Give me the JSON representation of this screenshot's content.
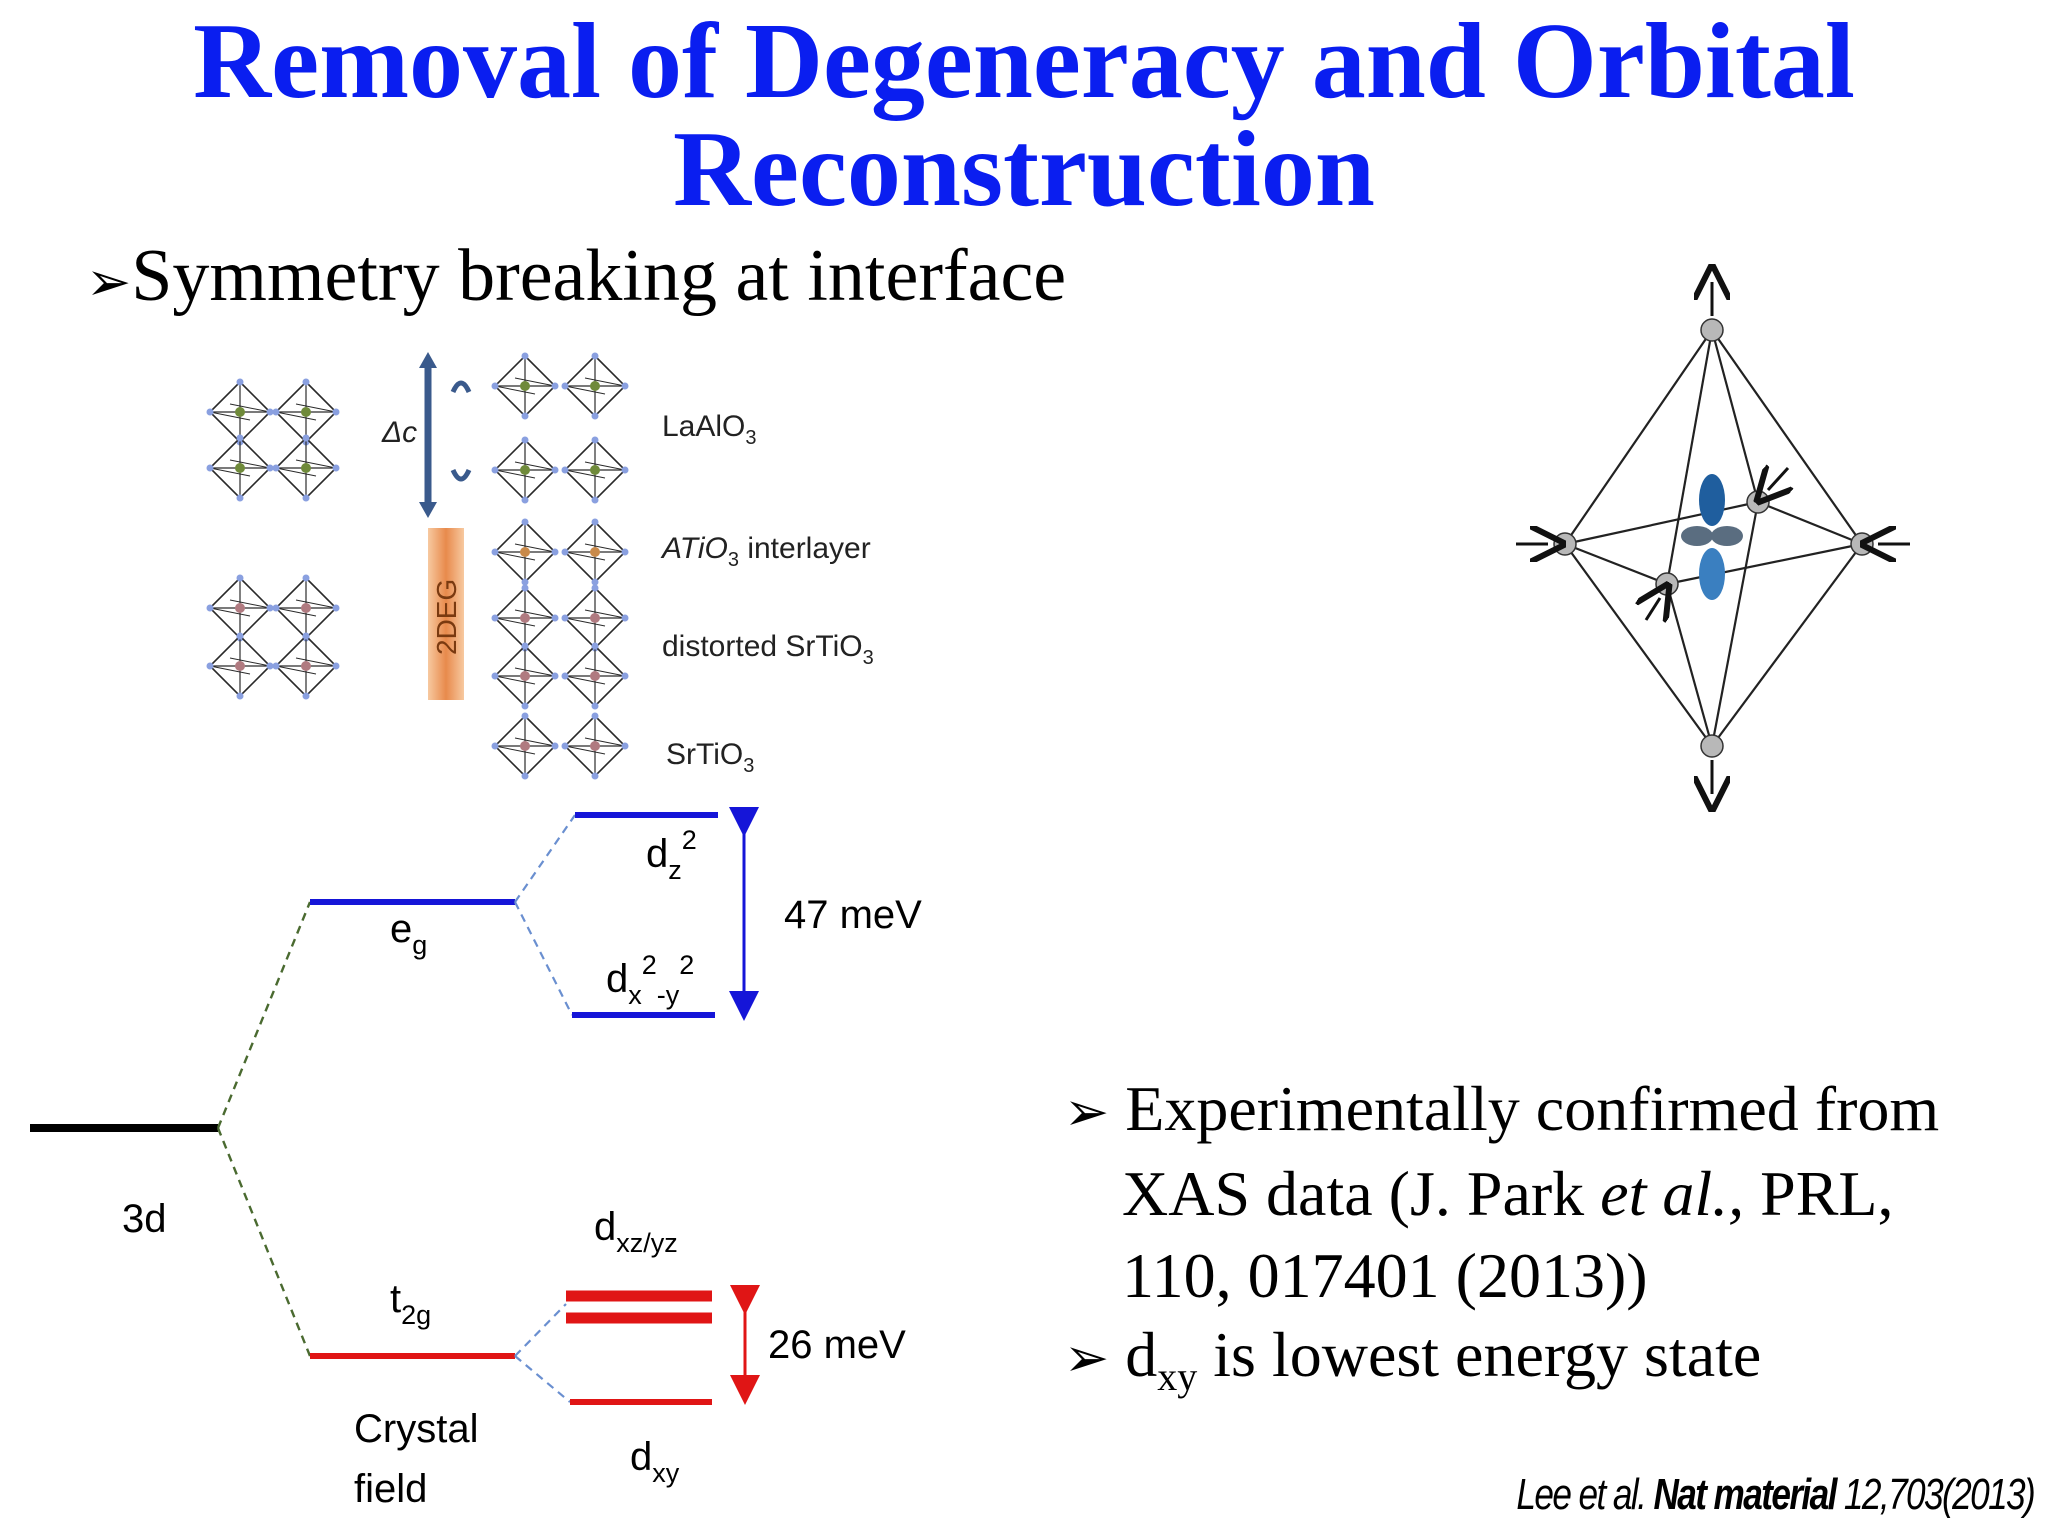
{
  "title": {
    "line1": "Removal of Degeneracy and Orbital",
    "line2": "Reconstruction"
  },
  "bullet_main": {
    "marker": "➢",
    "text": "Symmetry breaking at interface"
  },
  "structure_figure": {
    "delta_c": "Δc",
    "twodeg": "2DEG",
    "layers": {
      "laalo3": {
        "main": "LaAlO",
        "sub": "3"
      },
      "interlayer": {
        "pre": "ATiO",
        "sub": "3",
        "post": " interlayer"
      },
      "distorted": {
        "pre": "distorted SrTiO",
        "sub": "3"
      },
      "srtio3": {
        "pre": "SrTiO",
        "sub": "3"
      }
    }
  },
  "energy_diagram": {
    "level_3d": "3d",
    "eg": {
      "main": "e",
      "sub": "g"
    },
    "t2g": {
      "main": "t",
      "sub": "2g"
    },
    "dz2": {
      "main": "d",
      "sub": "z",
      "sup": "2"
    },
    "dx2y2": {
      "main": "d",
      "sub1": "x",
      "sup1": "2",
      "sub2": "-y",
      "sup2": "2"
    },
    "dxzyz": {
      "main": "d",
      "sub": "xz/yz"
    },
    "dxy": {
      "main": "d",
      "sub": "xy"
    },
    "split_eg": "47 meV",
    "split_t2g": "26 meV",
    "crystal_field_1": "Crystal",
    "crystal_field_2": "field",
    "colors": {
      "eg": "#1515d8",
      "t2g": "#e01515",
      "base": "#000000",
      "eg_dash": "#6a8fd0",
      "green_dash": "#4a6a30"
    }
  },
  "bullets_right": [
    {
      "marker": "➢",
      "line1": "Experimentally confirmed from",
      "line2_a": "XAS data (J. Park ",
      "line2_em": "et al.,",
      "line2_b": " PRL,",
      "line3": "110, 017401 (2013))"
    },
    {
      "marker": "➢",
      "main": "d",
      "sub": "xy",
      "rest": " is lowest energy state"
    }
  ],
  "citation": {
    "authors": "Lee et al. ",
    "journal": "Nat material",
    "ref": " 12,703(2013)"
  }
}
